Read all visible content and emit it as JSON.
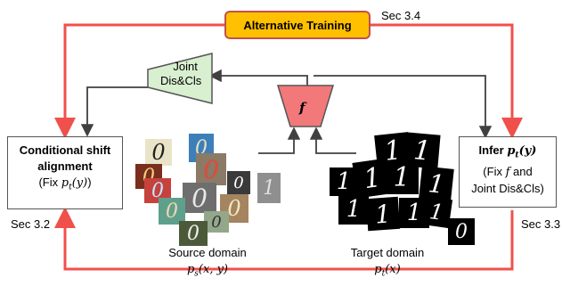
{
  "alt_training": {
    "label": "Alternative Training"
  },
  "sections": {
    "s34": "Sec 3.4",
    "s32": "Sec 3.2",
    "s33": "Sec 3.3"
  },
  "joint": {
    "line1": "Joint",
    "line2": "Dis&Cls"
  },
  "feature": {
    "label": "f"
  },
  "conditional": {
    "title_line1": "Conditional shift",
    "title_line2": "alignment",
    "fix_prefix": "(Fix ",
    "fix_math": "p",
    "fix_sub": "t",
    "fix_arg": "(y)",
    "fix_suffix": ")"
  },
  "infer": {
    "title_prefix": "Infer ",
    "title_math": "p",
    "title_sub": "t",
    "title_arg": "(y)",
    "line2_prefix": "(Fix ",
    "line2_math": "f",
    "line2_suffix": " and",
    "line3": "Joint Dis&Cls)"
  },
  "source": {
    "label": "Source domain",
    "math": "p",
    "sub": "s",
    "arg": "(x, y)"
  },
  "target": {
    "label": "Target domain",
    "math": "p",
    "sub": "t",
    "arg": "(x)"
  },
  "source_digits": [
    "0",
    "0",
    "0",
    "0",
    "0",
    "0",
    "0",
    "0",
    "0",
    "1",
    "0",
    "0"
  ],
  "target_digits": [
    "1",
    "1",
    "1",
    "1",
    "1",
    "1",
    "1",
    "1",
    "1",
    "1",
    "0"
  ],
  "colors": {
    "red_loop": "#f0504b",
    "feature_fill": "#f3787a",
    "joint_fill": "#d8efd0",
    "alt_fill": "#ffc000"
  }
}
